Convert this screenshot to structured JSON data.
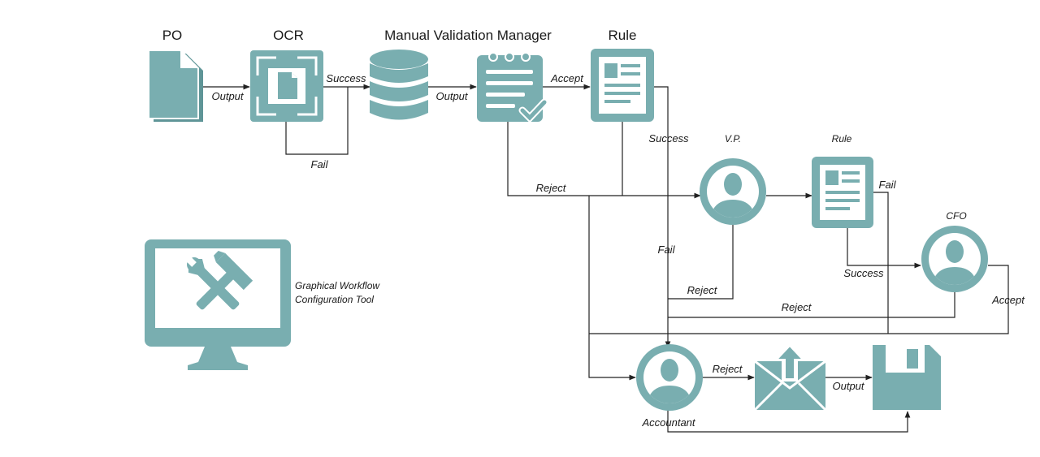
{
  "colors": {
    "icon": "#79aeb0",
    "icon_dark": "#5f9597",
    "line": "#222222",
    "background": "#ffffff"
  },
  "headers": {
    "po": "PO",
    "ocr": "OCR",
    "manual_validation": "Manual Validation Manager",
    "rule_1": "Rule",
    "vp": "V.P.",
    "rule_2": "Rule",
    "cfo": "CFO",
    "accountant": "Accountant"
  },
  "edge_labels": {
    "po_output": "Output",
    "ocr_success": "Success",
    "ocr_fail": "Fail",
    "db_output": "Output",
    "validation_accept": "Accept",
    "rule1_success": "Success",
    "validation_reject": "Reject",
    "rule1_fail": "Fail",
    "vp_reject": "Reject",
    "rule2_fail": "Fail",
    "rule2_success": "Success",
    "cfo_reject": "Reject",
    "cfo_accept": "Accept",
    "accountant_reject": "Reject",
    "mail_output": "Output"
  },
  "tool": {
    "line1": "Graphical Workflow",
    "line2": "Configuration Tool"
  },
  "icons": {
    "po": "document-icon",
    "ocr": "ocr-scan-icon",
    "database": "database-icon",
    "validation": "clipboard-check-icon",
    "rule_1": "form-document-icon",
    "vp": "user-icon",
    "rule_2": "form-document-icon",
    "cfo": "user-icon",
    "accountant": "user-icon",
    "mail": "mail-upload-icon",
    "save": "floppy-disk-icon",
    "tool": "monitor-tools-icon"
  }
}
